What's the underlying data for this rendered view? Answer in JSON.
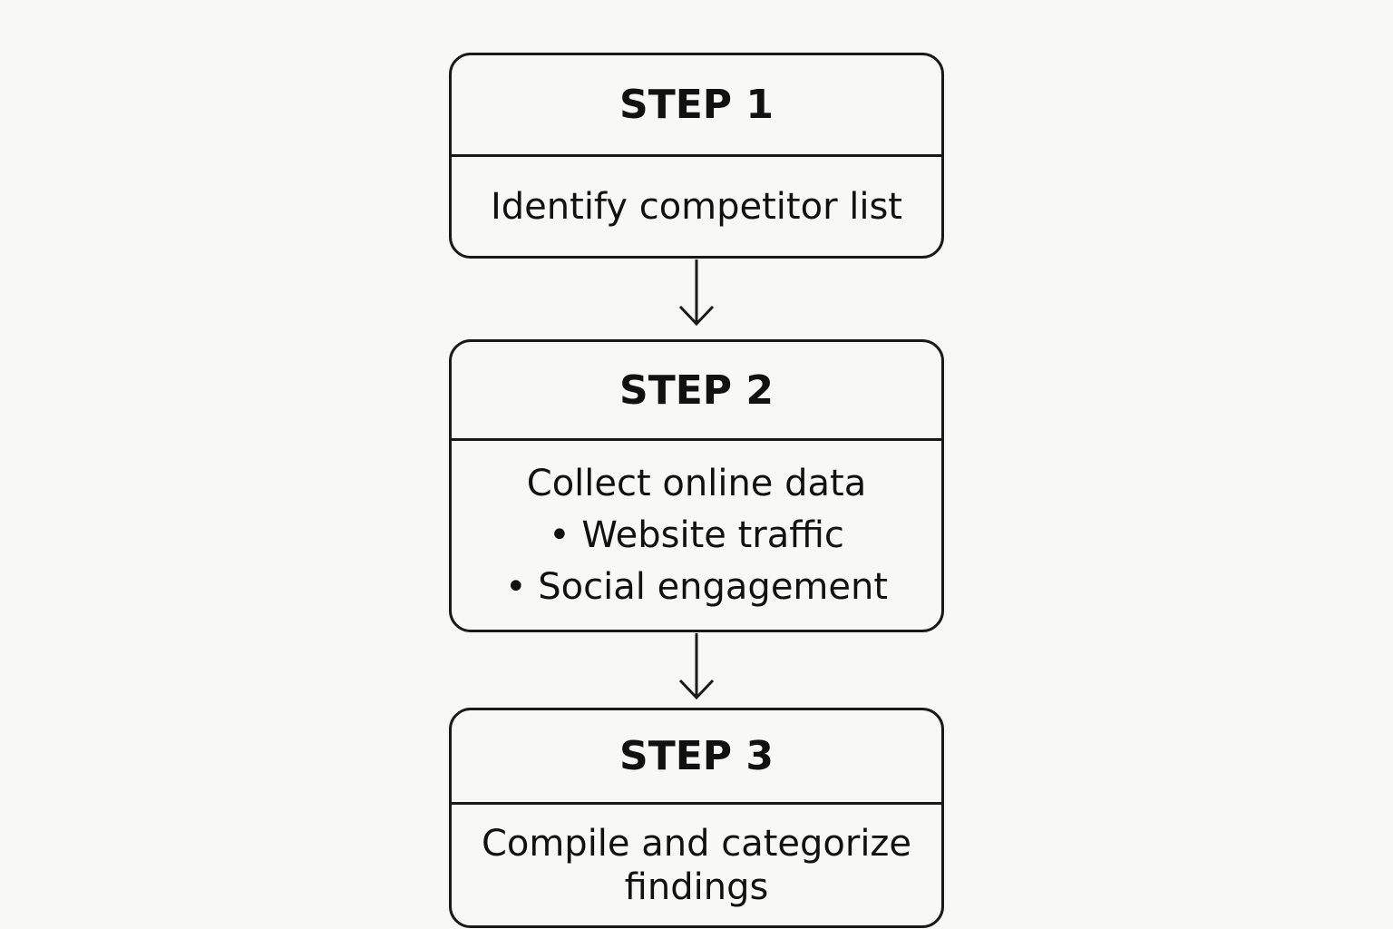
{
  "steps": [
    {
      "title": "STEP 1",
      "lines": [
        "Identify competitor list"
      ]
    },
    {
      "title": "STEP 2",
      "lines": [
        "Collect online data",
        "• Website traffic",
        "• Social engagement"
      ]
    },
    {
      "title": "STEP 3",
      "lines": [
        "Compile and categorize",
        "findings"
      ]
    }
  ],
  "colors": {
    "background": "#f8f8f6",
    "stroke": "#1a1a1a",
    "text": "#111111"
  }
}
